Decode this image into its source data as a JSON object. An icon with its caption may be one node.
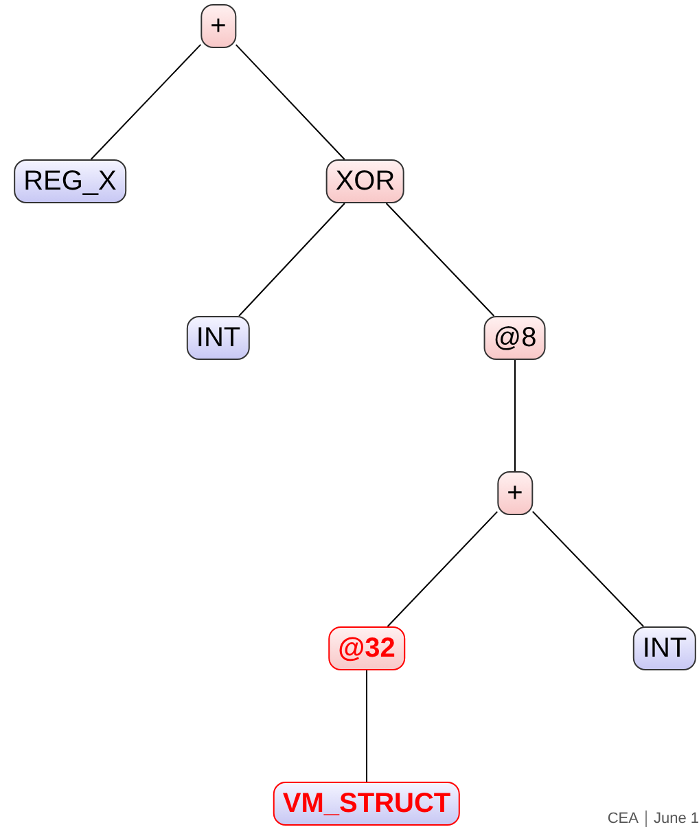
{
  "diagram": {
    "nodes": [
      {
        "text": [
          "+"
        ]
      },
      {
        "text": [
          "REG_X"
        ]
      },
      {
        "text": [
          "XOR"
        ]
      },
      {
        "text": [
          "INT"
        ]
      },
      {
        "text": [
          "@8"
        ]
      },
      {
        "text": [
          "+"
        ]
      },
      {
        "text": [
          "@32"
        ]
      },
      {
        "text": [
          "INT"
        ]
      },
      {
        "text": [
          "VM_STRUCT"
        ]
      }
    ],
    "edges": [
      {
        "from": 0,
        "to": 1,
        "arrow": "none"
      },
      {
        "from": 0,
        "to": 2,
        "arrow": "none"
      },
      {
        "from": 2,
        "to": 3,
        "arrow": "none"
      },
      {
        "from": 2,
        "to": 4,
        "arrow": "none"
      },
      {
        "from": 4,
        "to": 5,
        "arrow": "none"
      },
      {
        "from": 5,
        "to": 6,
        "arrow": "none"
      },
      {
        "from": 5,
        "to": 7,
        "arrow": "none"
      },
      {
        "from": 6,
        "to": 8,
        "arrow": "none"
      }
    ],
    "labels": [
      "CEA",
      "June 1"
    ]
  }
}
